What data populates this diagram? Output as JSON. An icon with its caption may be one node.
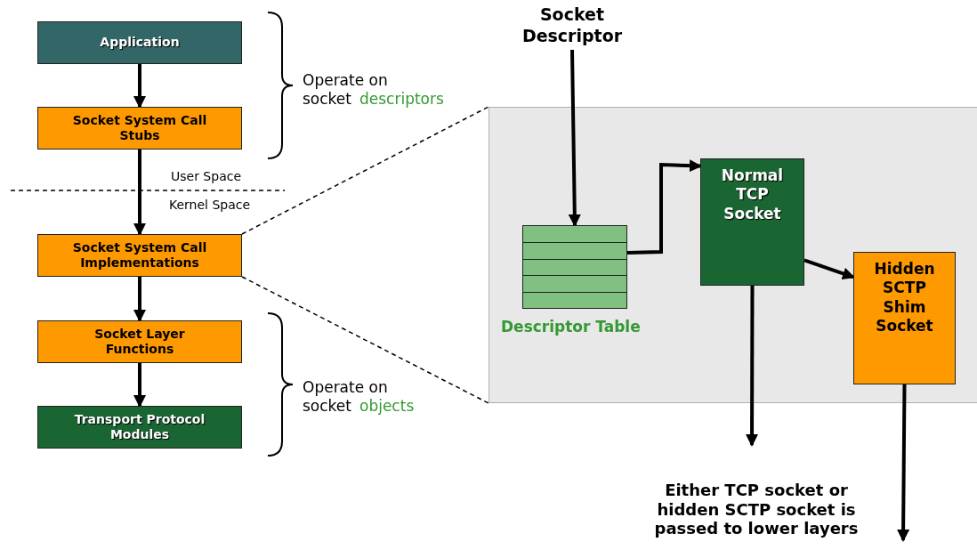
{
  "diagram": {
    "nodes": [
      {
        "text": [
          "Application"
        ]
      },
      {
        "text": [
          "Socket System Call Stubs"
        ]
      },
      {
        "text": [
          "Socket System Call Implementations"
        ]
      },
      {
        "text": [
          "Socket Layer Functions"
        ]
      },
      {
        "text": [
          "Transport Protocol Modules"
        ]
      },
      {
        "text": [
          "Socket Descriptor"
        ]
      },
      {
        "text": [],
        "shape": "box"
      },
      {
        "text": [],
        "shape": "table",
        "in": 6,
        "beside": [
          "Descriptor Table"
        ]
      },
      {
        "text": [
          "Normal TCP Socket"
        ],
        "in": 6
      },
      {
        "text": [
          "Hidden SCTP Shim Socket"
        ],
        "in": 6
      }
    ],
    "edges": [
      {
        "from": 0,
        "to": 1,
        "arrow": "to"
      },
      {
        "from": 1,
        "to": 2,
        "arrow": "to"
      },
      {
        "from": 2,
        "to": 3,
        "arrow": "to"
      },
      {
        "from": 3,
        "to": 4,
        "arrow": "to"
      },
      {
        "from": 2,
        "to": 6,
        "arrow": "none",
        "style": "dashed"
      },
      {
        "from": 2,
        "to": 6,
        "arrow": "none",
        "style": "dashed"
      },
      {
        "from": 5,
        "to": 7,
        "arrow": "to"
      },
      {
        "from": 7,
        "to": 8,
        "arrow": "to"
      },
      {
        "from": 8,
        "to": 9,
        "arrow": "to"
      },
      {
        "from": 8,
        "to": null,
        "arrow": "to"
      },
      {
        "from": 9,
        "to": null,
        "arrow": "to"
      }
    ],
    "labels": [
      "Operate on socket",
      "descriptors",
      "User Space",
      "Kernel Space",
      "Operate on socket",
      "objects",
      "Either TCP socket or hidden SCTP socket is passed to lower layers"
    ]
  }
}
